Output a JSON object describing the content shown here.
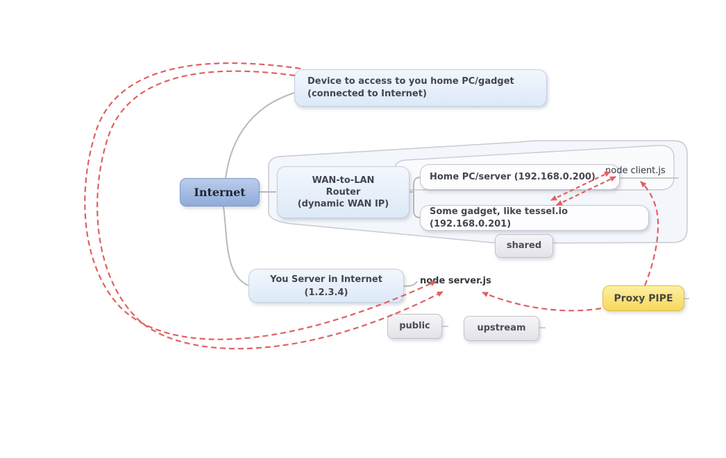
{
  "diagram": {
    "title": "Proxy PIPE network mind map",
    "nodes": {
      "internet": {
        "label": "Internet"
      },
      "device": {
        "line1": "Device to access to you home PC/gadget",
        "line2": "(connected to Internet)"
      },
      "router": {
        "line1": "WAN-to-LAN",
        "line2": "Router",
        "line3": "(dynamic WAN IP)"
      },
      "home_pc": {
        "label": "Home PC/server (192.168.0.200)"
      },
      "gadget": {
        "label": "Some gadget, like tessel.io (192.168.0.201)"
      },
      "node_client": {
        "label": "node client.js"
      },
      "shared": {
        "label": "shared"
      },
      "you_server": {
        "line1": "You Server in Internet",
        "line2": "(1.2.3.4)"
      },
      "node_server": {
        "label": "node server.js"
      },
      "public": {
        "label": "public"
      },
      "upstream": {
        "label": "upstream"
      },
      "proxy_pipe": {
        "label": "Proxy PIPE"
      }
    },
    "colors": {
      "arrow_red": "#e06060",
      "connector_gray": "#b9b9bd",
      "hull_border": "#c7cad3",
      "outer_hull_fill": "#f3f6fa",
      "inner_hull_fill": "#fafbfd",
      "root_node_top": "#bacdeb",
      "root_node_bottom": "#8fabda",
      "blue_node_top": "#f2f7fd",
      "blue_node_bottom": "#dde9f8",
      "yellow_node_top": "#fdf0a2",
      "yellow_node_bottom": "#f8d75c",
      "gray_node_top": "#f5f5f8",
      "gray_node_bottom": "#e2e2e9"
    }
  }
}
